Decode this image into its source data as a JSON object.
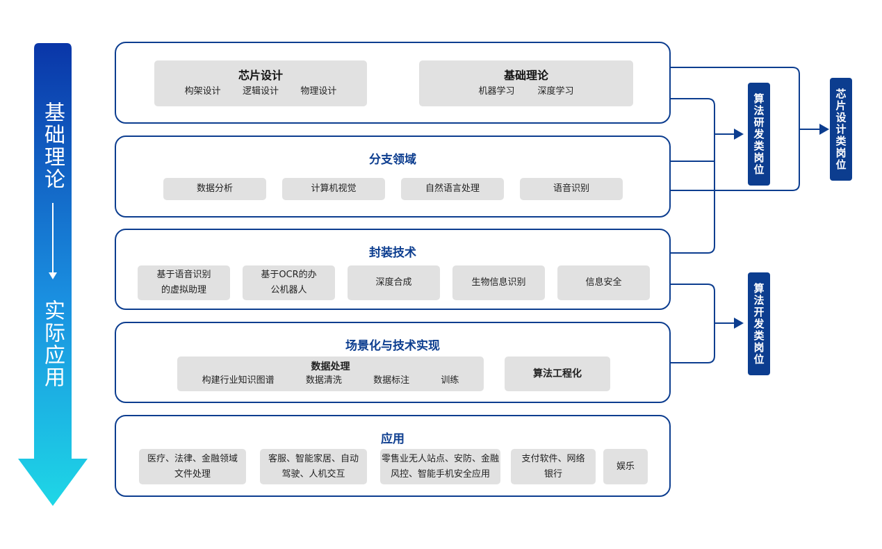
{
  "left_arrow": {
    "top_label": "基础理论",
    "bottom_label": "实际应用",
    "color_top": "#0a36a8",
    "color_bottom": "#1ed7e6"
  },
  "panels": [
    {
      "title": "",
      "boxes": [
        {
          "title": "芯片设计",
          "subs": [
            "构架设计",
            "逻辑设计",
            "物理设计"
          ]
        },
        {
          "title": "基础理论",
          "subs": [
            "机器学习",
            "深度学习"
          ]
        }
      ]
    },
    {
      "title": "分支领域",
      "boxes": [
        {
          "label": "数据分析"
        },
        {
          "label": "计算机视觉"
        },
        {
          "label": "自然语言处理"
        },
        {
          "label": "语音识别"
        }
      ]
    },
    {
      "title": "封装技术",
      "boxes": [
        {
          "lines": [
            "基于语音识别",
            "的虚拟助理"
          ]
        },
        {
          "lines": [
            "基于OCR的办",
            "公机器人"
          ]
        },
        {
          "lines": [
            "深度合成"
          ]
        },
        {
          "lines": [
            "生物信息识别"
          ]
        },
        {
          "lines": [
            "信息安全"
          ]
        }
      ]
    },
    {
      "title": "场景化与技术实现",
      "boxes": [
        {
          "title": "数据处理",
          "subs": [
            "构建行业知识图谱",
            "数据清洗",
            "数据标注",
            "训练"
          ]
        },
        {
          "label": "算法工程化"
        }
      ]
    },
    {
      "title": "应用",
      "boxes": [
        {
          "lines": [
            "医疗、法律、金融领域",
            "文件处理"
          ]
        },
        {
          "lines": [
            "客服、智能家居、自动",
            "驾驶、人机交互"
          ]
        },
        {
          "lines": [
            "零售业无人站点、安防、金融",
            "风控、智能手机安全应用"
          ]
        },
        {
          "lines": [
            "支付软件、网络",
            "银行"
          ]
        },
        {
          "lines": [
            "娱乐"
          ]
        }
      ]
    }
  ],
  "roles": {
    "research": "算法研发类岗位",
    "chip": "芯片设计类岗位",
    "dev": "算法开发类岗位"
  },
  "colors": {
    "navy": "#0c3d8f",
    "box_gray": "#e1e1e1"
  }
}
